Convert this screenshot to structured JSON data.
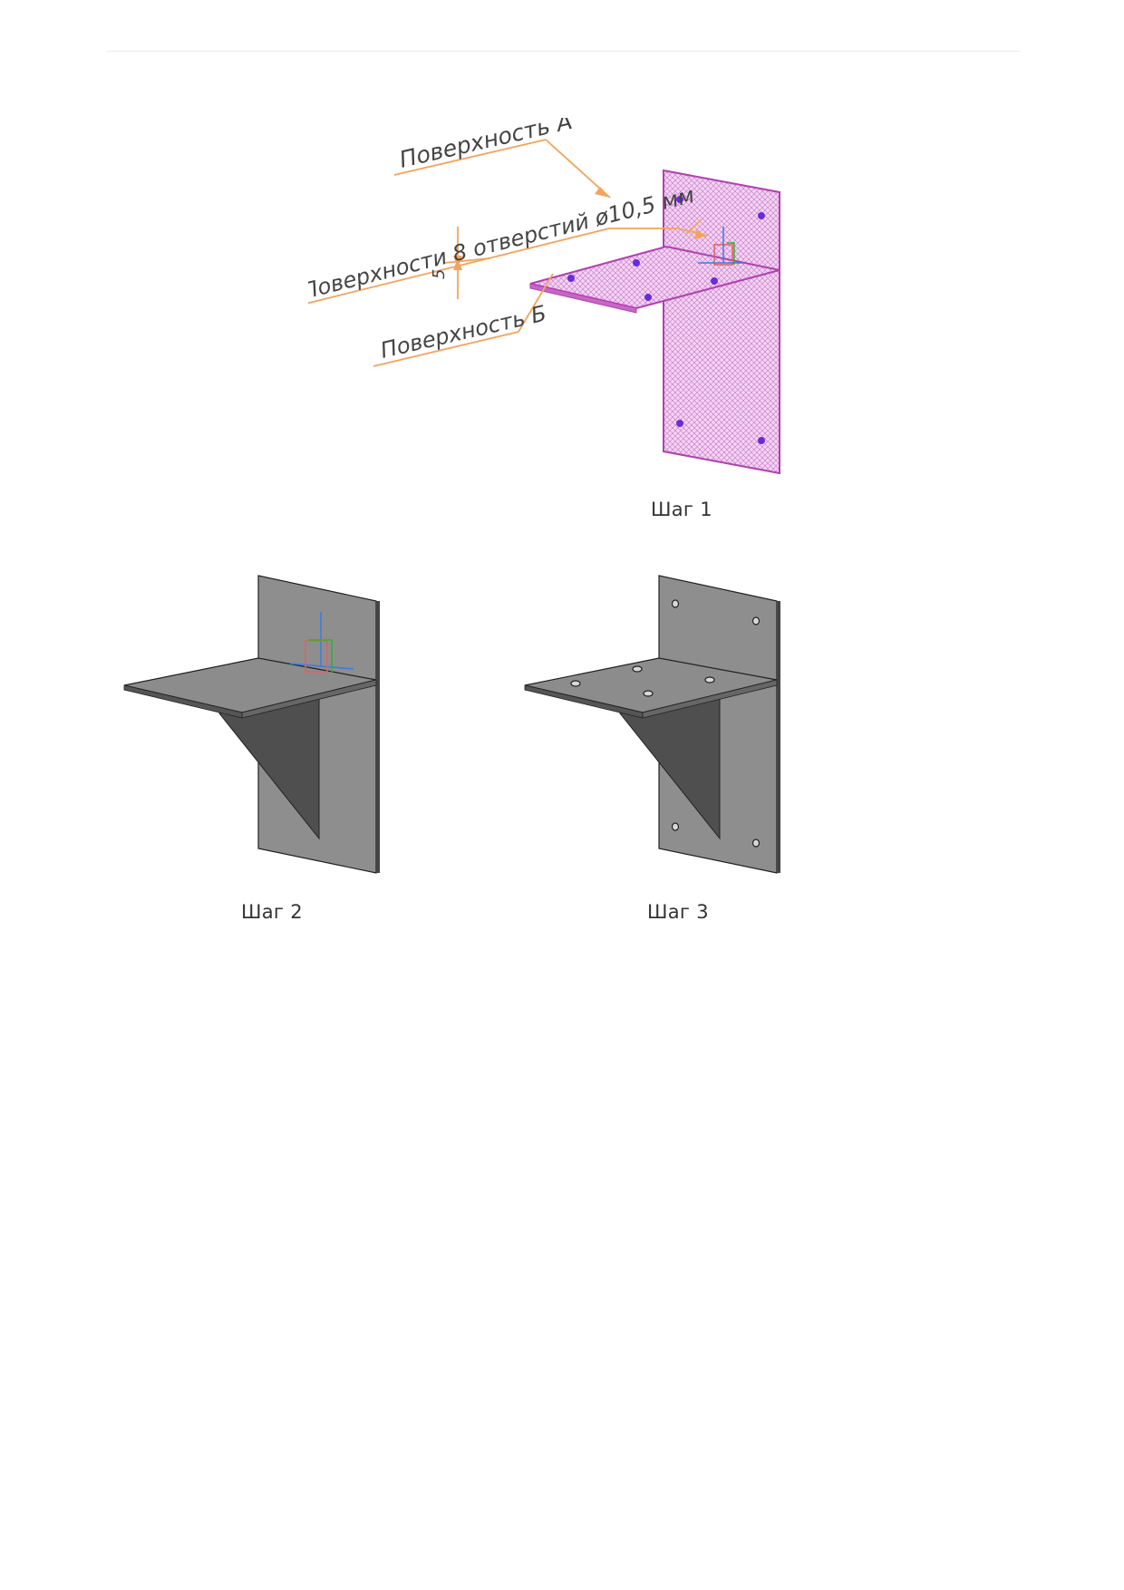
{
  "figure1": {
    "label_a": "Поверхность А",
    "label_holes": "Поверхности 8 отверстий ø10,5 мм",
    "label_b": "Поверхность Б",
    "dimension": "5"
  },
  "captions": {
    "step1": "Шаг 1",
    "step2": "Шаг 2",
    "step3": "Шаг 3"
  },
  "colors": {
    "leader": "#f5a35a",
    "surface_highlight": "#cc44cc",
    "hole_marker": "#6a2bd8",
    "plate_gray": "#8e8e8e"
  }
}
